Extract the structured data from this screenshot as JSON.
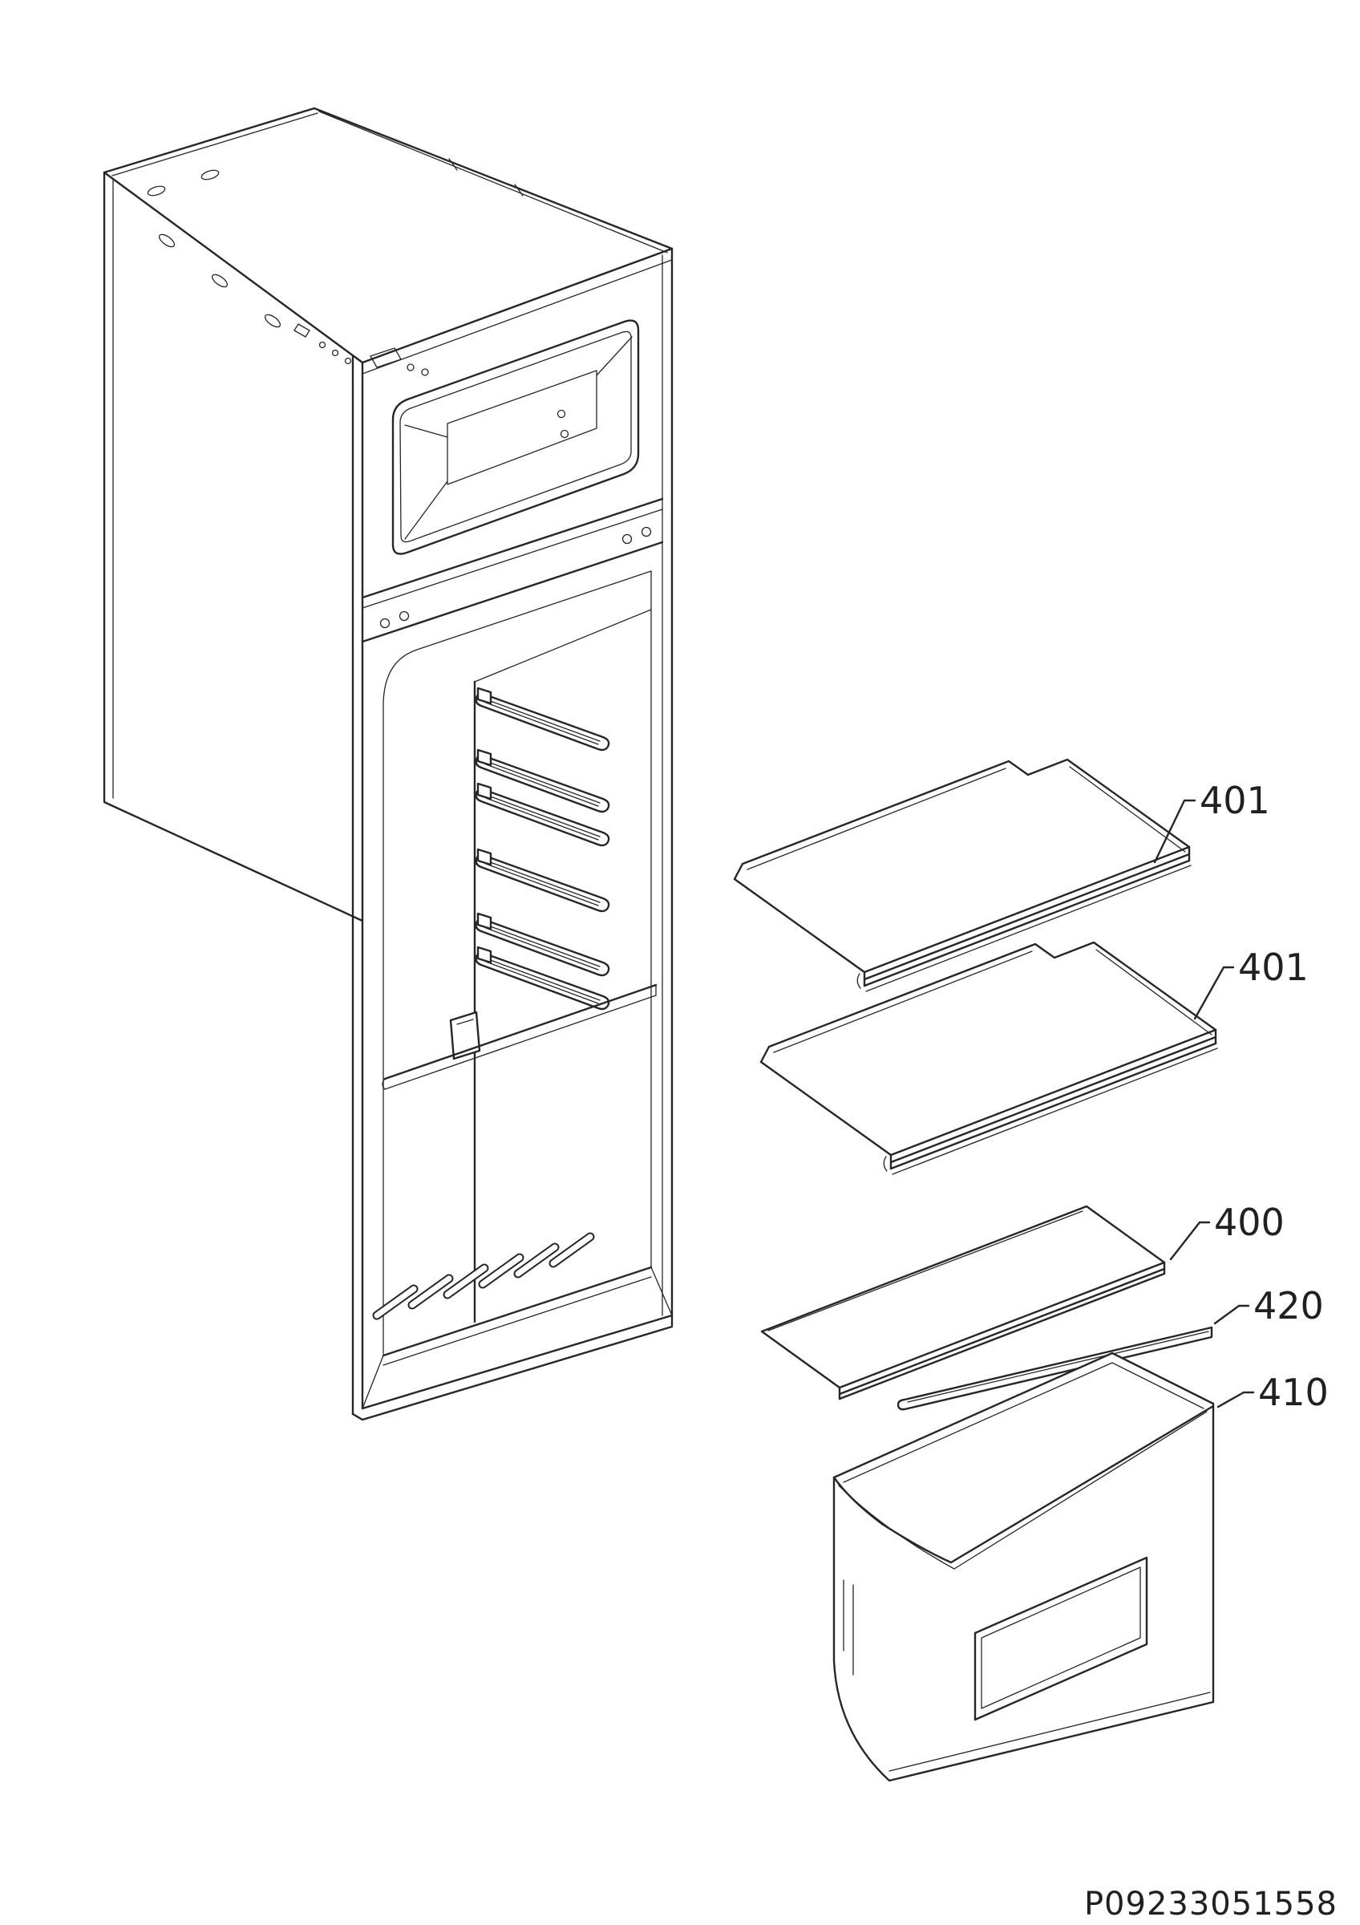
{
  "diagram": {
    "background_color": "#ffffff",
    "line_color": "#262626",
    "text_color": "#231f20",
    "callouts": [
      {
        "label": "401"
      },
      {
        "label": "401"
      },
      {
        "label": "400"
      },
      {
        "label": "420"
      },
      {
        "label": "410"
      }
    ],
    "part_number": "P09233051558"
  }
}
